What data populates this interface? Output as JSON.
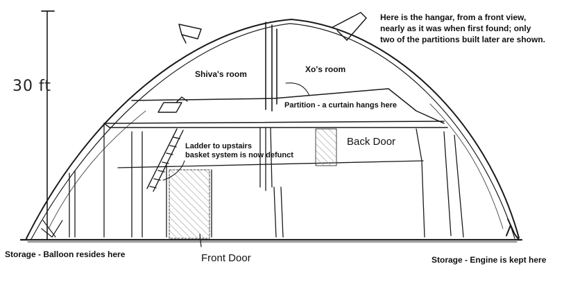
{
  "height_label": "30 ft",
  "caption": [
    "Here is the hangar, from a front view,",
    "nearly as it was when first found; only",
    "two of the partitions built later are shown."
  ],
  "labels": {
    "shiva_room": "Shiva's room",
    "xo_room": "Xo's room",
    "partition": "Partition - a curtain hangs here",
    "ladder_line1": "Ladder to upstairs",
    "ladder_line2": "basket system is now defunct",
    "back_door": "Back Door",
    "front_door": "Front Door",
    "storage_left": "Storage - Balloon resides here",
    "storage_right": "Storage - Engine is kept here"
  }
}
